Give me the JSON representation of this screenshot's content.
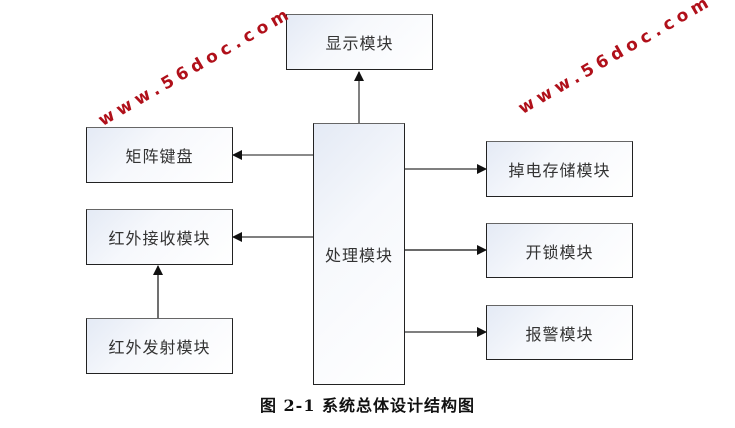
{
  "diagram": {
    "nodes": {
      "display": "显示模块",
      "keypad": "矩阵键盘",
      "ir_receive": "红外接收模块",
      "ir_send": "红外发射模块",
      "processor": "处理模块",
      "storage": "掉电存储模块",
      "unlock": "开锁模块",
      "alarm": "报警模块"
    },
    "edges": [
      {
        "from": "processor",
        "to": "display"
      },
      {
        "from": "processor",
        "to": "keypad"
      },
      {
        "from": "processor",
        "to": "ir_receive"
      },
      {
        "from": "ir_send",
        "to": "ir_receive"
      },
      {
        "from": "processor",
        "to": "storage"
      },
      {
        "from": "processor",
        "to": "unlock"
      },
      {
        "from": "processor",
        "to": "alarm"
      }
    ]
  },
  "caption": "图 2-1  系统总体设计结构图",
  "watermarks": [
    "www.56doc.com",
    "www.56doc.com"
  ],
  "colors": {
    "watermark": "#b0101a",
    "line": "#222222"
  }
}
